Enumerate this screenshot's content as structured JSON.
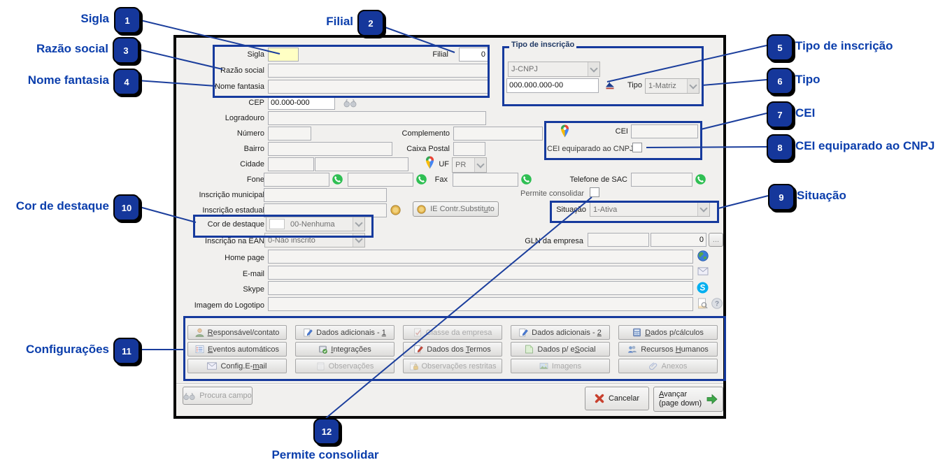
{
  "callouts": [
    {
      "num": "1",
      "label": "Sigla"
    },
    {
      "num": "2",
      "label": "Filial"
    },
    {
      "num": "3",
      "label": "Razão social"
    },
    {
      "num": "4",
      "label": "Nome fantasia"
    },
    {
      "num": "5",
      "label": "Tipo de inscrição"
    },
    {
      "num": "6",
      "label": "Tipo"
    },
    {
      "num": "7",
      "label": "CEI"
    },
    {
      "num": "8",
      "label": "CEI equiparado ao CNPJ"
    },
    {
      "num": "9",
      "label": "Situação"
    },
    {
      "num": "10",
      "label": "Cor de destaque"
    },
    {
      "num": "11",
      "label": "Configurações"
    },
    {
      "num": "12",
      "label": "Permite consolidar"
    }
  ],
  "win": {
    "sigla_label": "Sigla",
    "filial_label": "Filial",
    "filial_value": "0",
    "razao_label": "Razão social",
    "nome_label": "Nome fantasia",
    "grupo_tipo": {
      "title": "Tipo de inscrição",
      "tipo_doc": "J-CNPJ",
      "cnpj_mask": "000.000.000-00",
      "tipo_label": "Tipo",
      "tipo_value": "1-Matriz"
    },
    "cep_label": "CEP",
    "cep_value": "00.000-000",
    "logradouro_label": "Logradouro",
    "numero_label": "Número",
    "complemento_label": "Complemento",
    "cei_label": "CEI",
    "cei_equiparado_label": "CEI equiparado ao CNPJ",
    "bairro_label": "Bairro",
    "caixa_postal_label": "Caixa Postal",
    "cidade_label": "Cidade",
    "uf_label": "UF",
    "uf_value": "PR",
    "fone_label": "Fone",
    "fax_label": "Fax",
    "sac_label": "Telefone de SAC",
    "insc_municipal_label": "Inscrição municipal",
    "permite_consolidar_label": "Permite consolidar",
    "insc_estadual_label": "Inscrição estadual",
    "ie_contr_btn": {
      "label": "IE Contr.Substituto",
      "key": "u",
      "n": 2
    },
    "situacao_label": "Situação",
    "situacao_value": "1-Ativa",
    "cor_label": "Cor de destaque",
    "cor_value": "00-Nenhuma",
    "ean_label": "Inscrição na EAN",
    "ean_value": "0-Não inscrito",
    "gln_label": "GLN da empresa",
    "gln_value": "0",
    "gln_more": "...",
    "homepage_label": "Home page",
    "email_label": "E-mail",
    "skype_label": "Skype",
    "logotipo_label": "Imagem do Logotipo",
    "config_buttons": [
      {
        "label": "Responsável/contato",
        "key": "R",
        "disabled": false
      },
      {
        "label": "Dados adicionais - 1",
        "key": "1",
        "disabled": false
      },
      {
        "label": "Classe da empresa",
        "disabled": true
      },
      {
        "label": "Dados adicionais - 2",
        "key": "2",
        "disabled": false
      },
      {
        "label": "Dados p/cálculos",
        "key": "D",
        "disabled": false
      },
      {
        "label": "Eventos automáticos",
        "key": "E",
        "disabled": false
      },
      {
        "label": "Integrações",
        "key": "I",
        "disabled": false
      },
      {
        "label": "Dados dos Termos",
        "key": "T",
        "disabled": false
      },
      {
        "label": "Dados p/ eSocial",
        "key": "S",
        "disabled": false
      },
      {
        "label": "Recursos Humanos",
        "key": "H",
        "disabled": false
      },
      {
        "label": "Config.E-mail",
        "key": "m",
        "disabled": false
      },
      {
        "label": "Observações",
        "disabled": true
      },
      {
        "label": "Observações restritas",
        "disabled": true
      },
      {
        "label": "Imagens",
        "disabled": true
      },
      {
        "label": "Anexos",
        "disabled": true
      }
    ],
    "procura_label": "Procura campo",
    "cancelar_label": "Cancelar",
    "avancar": {
      "label": "Avançar",
      "key": "A"
    },
    "avancar_sub": "(page down)"
  }
}
